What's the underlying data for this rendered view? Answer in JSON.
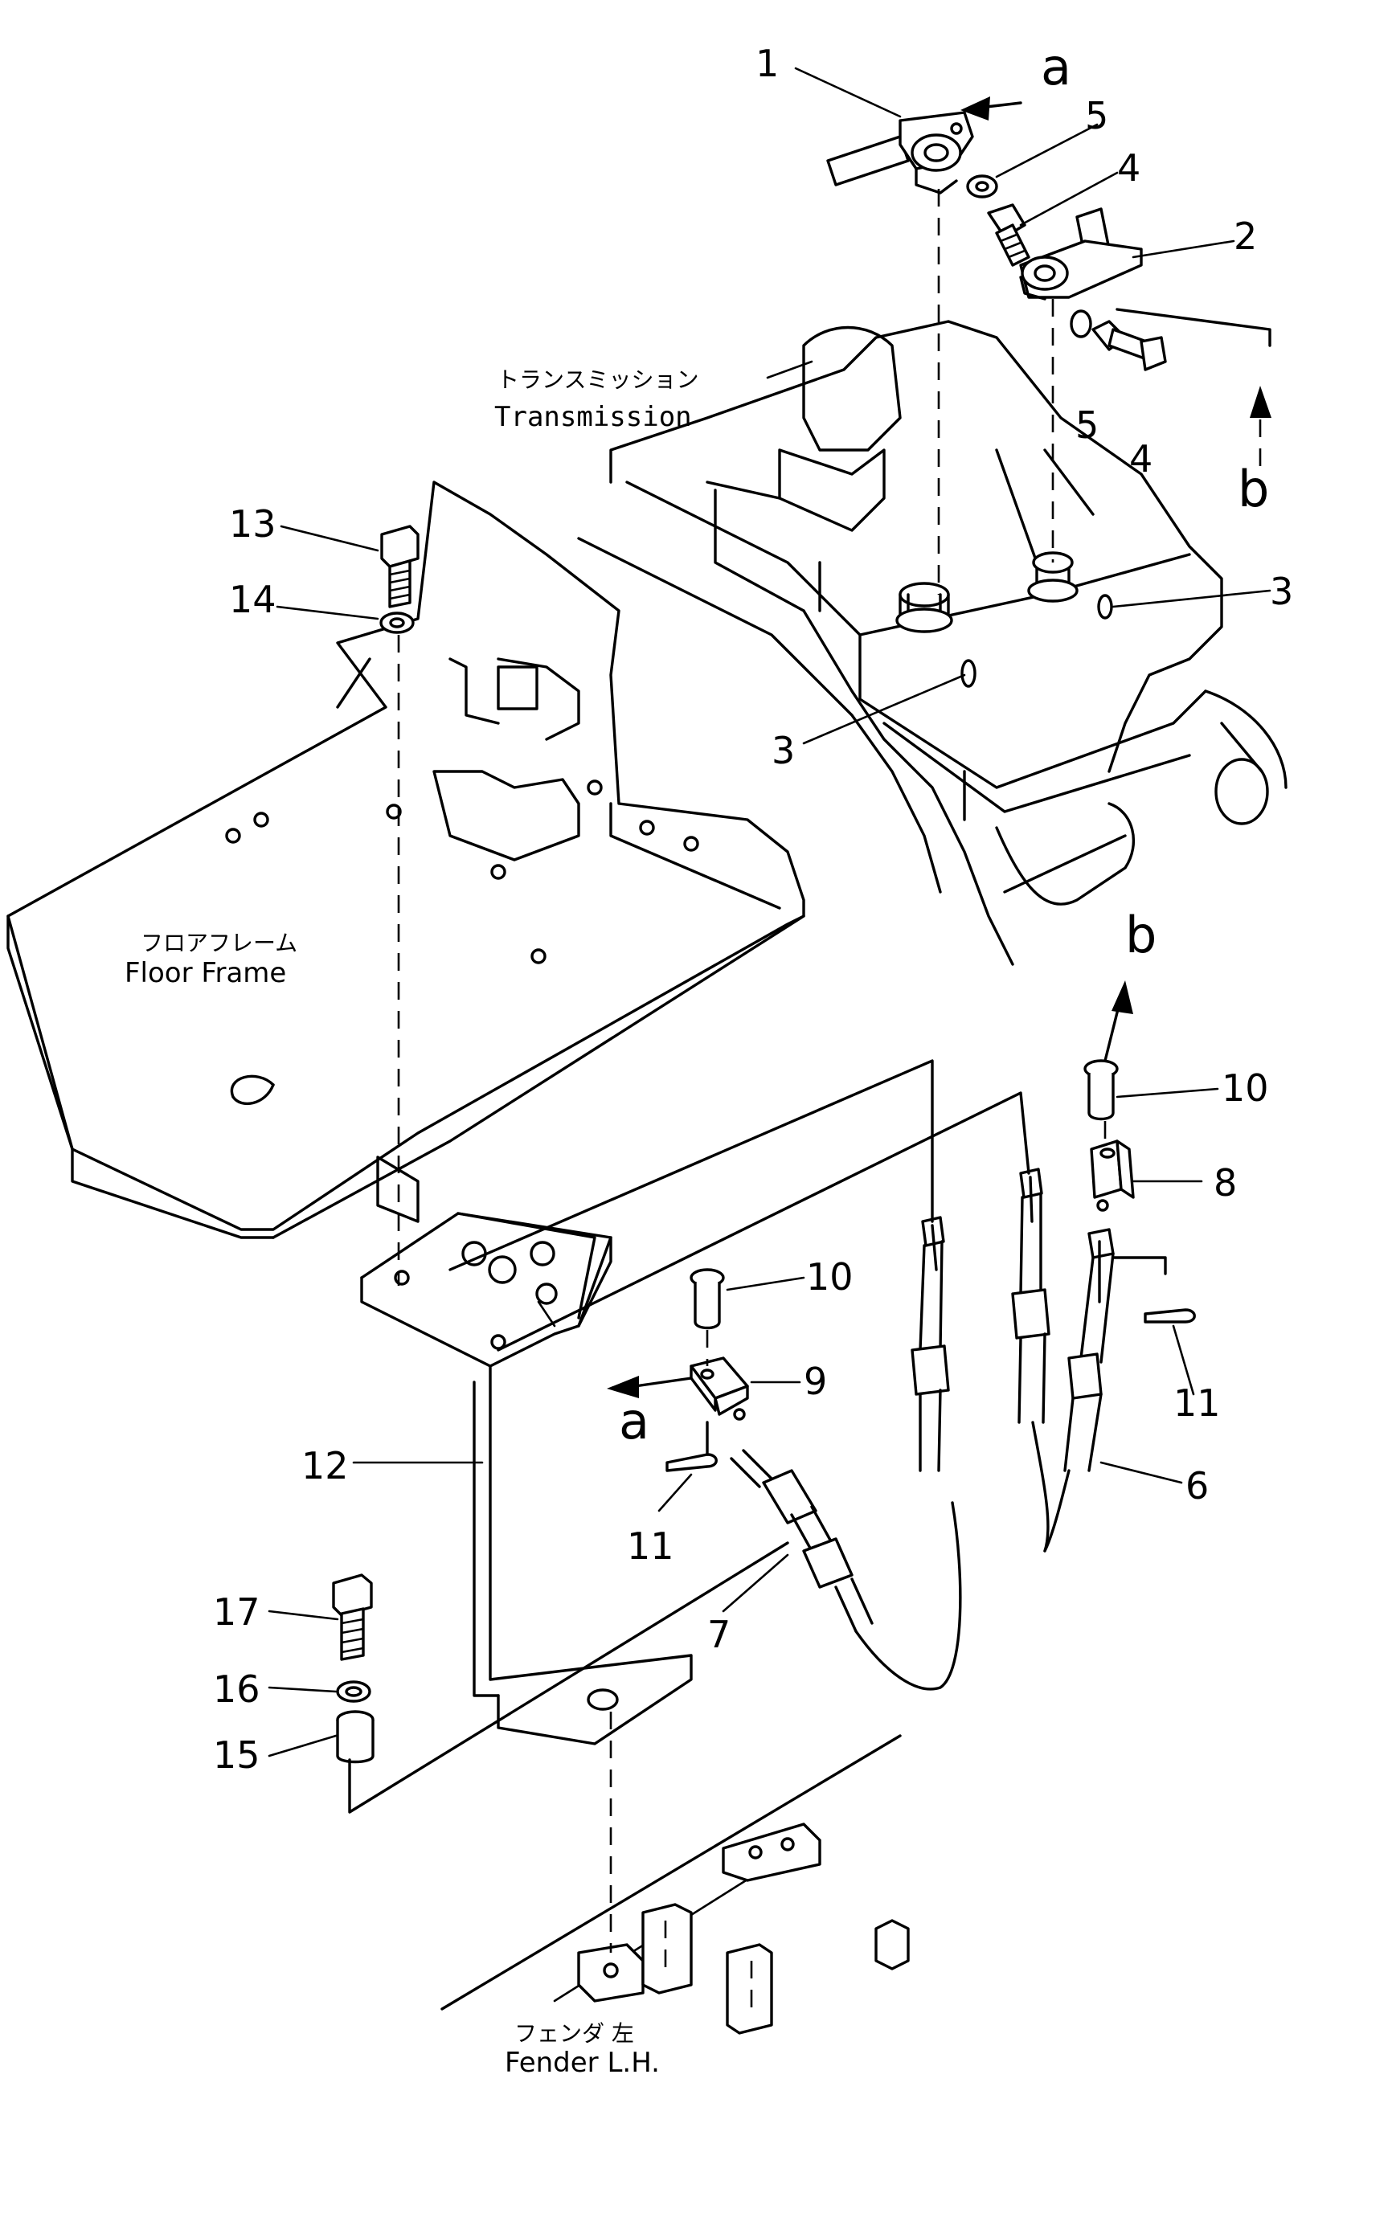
{
  "callouts": {
    "p1": "1",
    "p2": "2",
    "p3a": "3",
    "p3b": "3",
    "p4a": "4",
    "p4b": "4",
    "p5a": "5",
    "p5b": "5",
    "p6": "6",
    "p7": "7",
    "p8": "8",
    "p9": "9",
    "p10a": "10",
    "p10b": "10",
    "p11a": "11",
    "p11b": "11",
    "p12": "12",
    "p13": "13",
    "p14": "14",
    "p15": "15",
    "p16": "16",
    "p17": "17"
  },
  "view_marks": {
    "a_top": "a",
    "a_mid": "a",
    "b_top": "b",
    "b_mid": "b"
  },
  "labels": {
    "transmission_jp": "トランスミッション",
    "transmission_en": "Transmission",
    "floor_frame_jp": "フロアフレーム",
    "floor_frame_en": "Floor  Frame",
    "fender_jp": "フェンダ  左",
    "fender_en": "Fender  L.H."
  }
}
